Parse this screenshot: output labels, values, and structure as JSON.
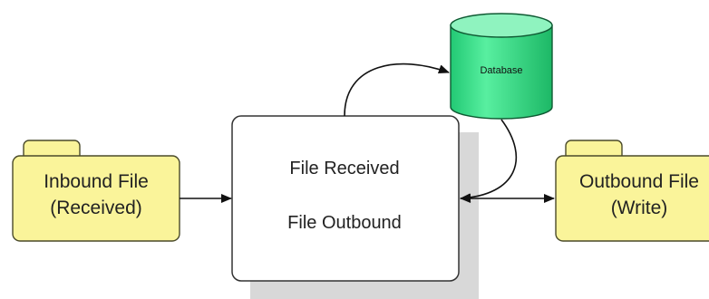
{
  "inbound_file": {
    "line1": "Inbound File",
    "line2": "(Received)"
  },
  "process": {
    "line1": "File Received",
    "line2": "File Outbound"
  },
  "database": {
    "label": "Database"
  },
  "outbound_file": {
    "line1": "Outbound File",
    "line2": "(Write)"
  },
  "colors": {
    "folder_fill": "#FAF49A",
    "folder_stroke": "#4A4A2A",
    "process_fill": "#FFFFFF",
    "process_stroke": "#333333",
    "process_shadow": "#D8D8D8",
    "database_fill": "#3CE08E",
    "database_top": "#8FF3BF",
    "database_stroke": "#0F5A33",
    "connector": "#111111"
  }
}
